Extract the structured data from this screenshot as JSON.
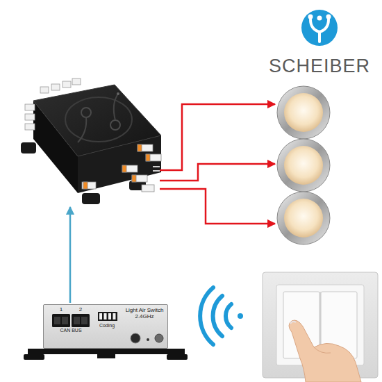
{
  "diagram": {
    "nodes": [
      {
        "text": [
          "1",
          "2",
          "CAN BUS",
          "Coding",
          "Light Air Switch 2.4GHz"
        ]
      }
    ],
    "labels": [
      "SCHEIBER"
    ]
  }
}
